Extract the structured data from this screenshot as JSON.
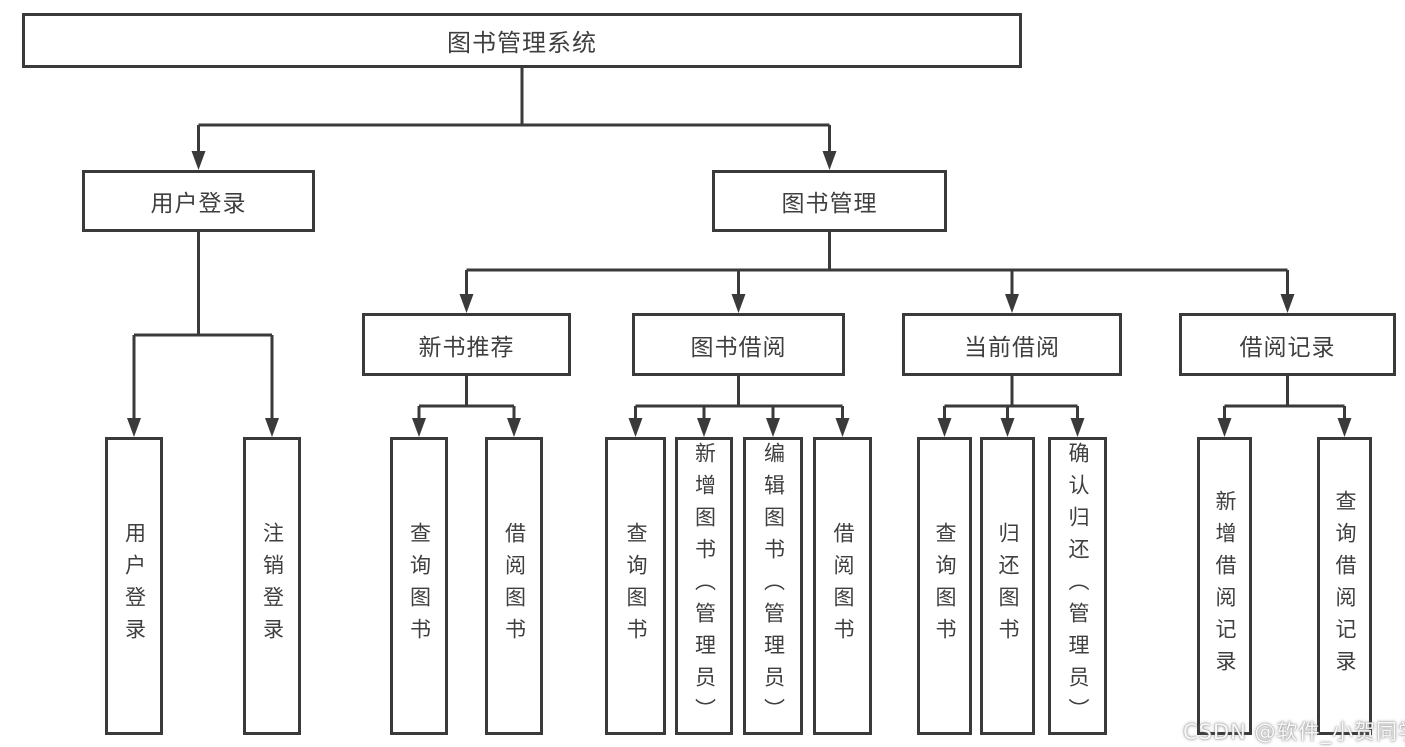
{
  "tree": {
    "label": "图书管理系统",
    "children": [
      {
        "label": "用户登录",
        "children": [
          {
            "label": "用户登录"
          },
          {
            "label": "注销登录"
          }
        ]
      },
      {
        "label": "图书管理",
        "children": [
          {
            "label": "新书推荐",
            "children": [
              {
                "label": "查询图书"
              },
              {
                "label": "借阅图书"
              }
            ]
          },
          {
            "label": "图书借阅",
            "children": [
              {
                "label": "查询图书"
              },
              {
                "label": "新增图书（管理员）"
              },
              {
                "label": "编辑图书（管理员）"
              },
              {
                "label": "借阅图书"
              }
            ]
          },
          {
            "label": "当前借阅",
            "children": [
              {
                "label": "查询图书"
              },
              {
                "label": "归还图书"
              },
              {
                "label": "确认归还（管理员）"
              }
            ]
          },
          {
            "label": "借阅记录",
            "children": [
              {
                "label": "新增借阅记录"
              },
              {
                "label": "查询借阅记录"
              }
            ]
          }
        ]
      }
    ]
  },
  "watermark": "CSDN @软件_小贺同学",
  "colors": {
    "line": "#3a3a3a",
    "text": "#3f3f3f",
    "background": "#ffffff"
  }
}
